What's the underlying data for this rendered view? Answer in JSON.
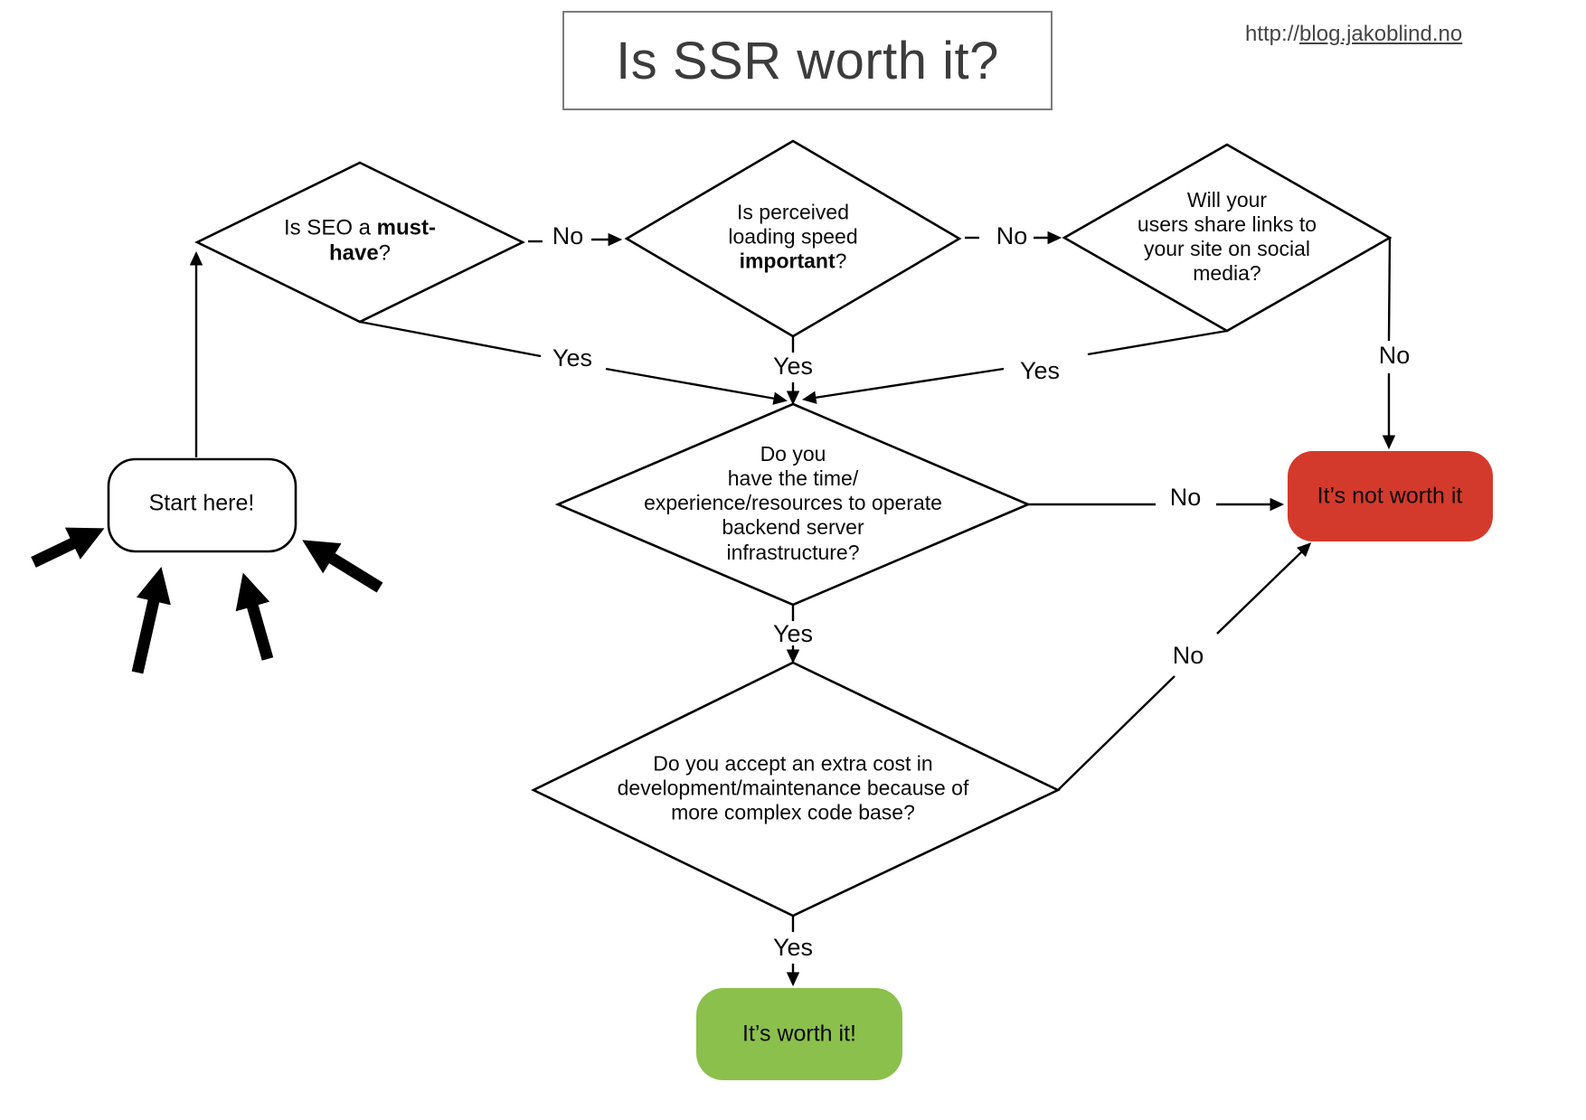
{
  "title": {
    "text": "Is SSR worth it?"
  },
  "url": {
    "scheme": "http://",
    "domain": "blog.jakoblind.no"
  },
  "colors": {
    "red": "#d43a2b",
    "green": "#8bc04c",
    "line": "#000000"
  },
  "nodes": {
    "start": {
      "label": "Start here!"
    },
    "not_worth": {
      "label": "It’s not worth it"
    },
    "worth": {
      "label": "It’s worth it!"
    }
  },
  "decisions": {
    "seo": {
      "pre": "Is SEO a ",
      "bold": "must-have",
      "post": "?"
    },
    "speed": {
      "pre": "Is perceived\nloading speed\n",
      "bold": "important",
      "post": "?"
    },
    "social": {
      "text": "Will your\nusers share links to\nyour site on social\nmedia?"
    },
    "backend": {
      "text": "Do you\nhave the time/\nexperience/resources to operate\nbackend server\ninfrastructure?"
    },
    "cost": {
      "text": "Do you accept an extra cost in\ndevelopment/maintenance because of\nmore complex code base?"
    }
  },
  "edge_labels": {
    "seo_no": "No",
    "speed_no": "No",
    "social_no": "No",
    "backend_no": "No",
    "cost_no": "No",
    "seo_yes": "Yes",
    "speed_yes": "Yes",
    "social_yes": "Yes",
    "backend_yes": "Yes",
    "cost_yes": "Yes"
  }
}
